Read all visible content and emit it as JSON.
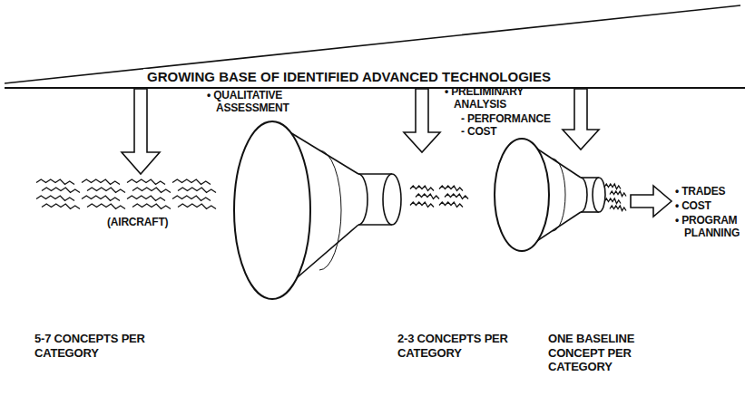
{
  "diagram": {
    "title": "GROWING BASE OF IDENTIFIED ADVANCED TECHNOLOGIES",
    "labels": [
      "• QUALITATIVE ASSESSMENT",
      "• PRELIMINARY ANALYSIS",
      "- PERFORMANCE",
      "- COST",
      "(AIRCRAFT)",
      "• TRADES",
      "• COST",
      "• PROGRAM PLANNING",
      "5-7 CONCEPTS PER CATEGORY",
      "2-3 CONCEPTS PER CATEGORY",
      "ONE BASELINE CONCEPT PER CATEGORY"
    ]
  }
}
